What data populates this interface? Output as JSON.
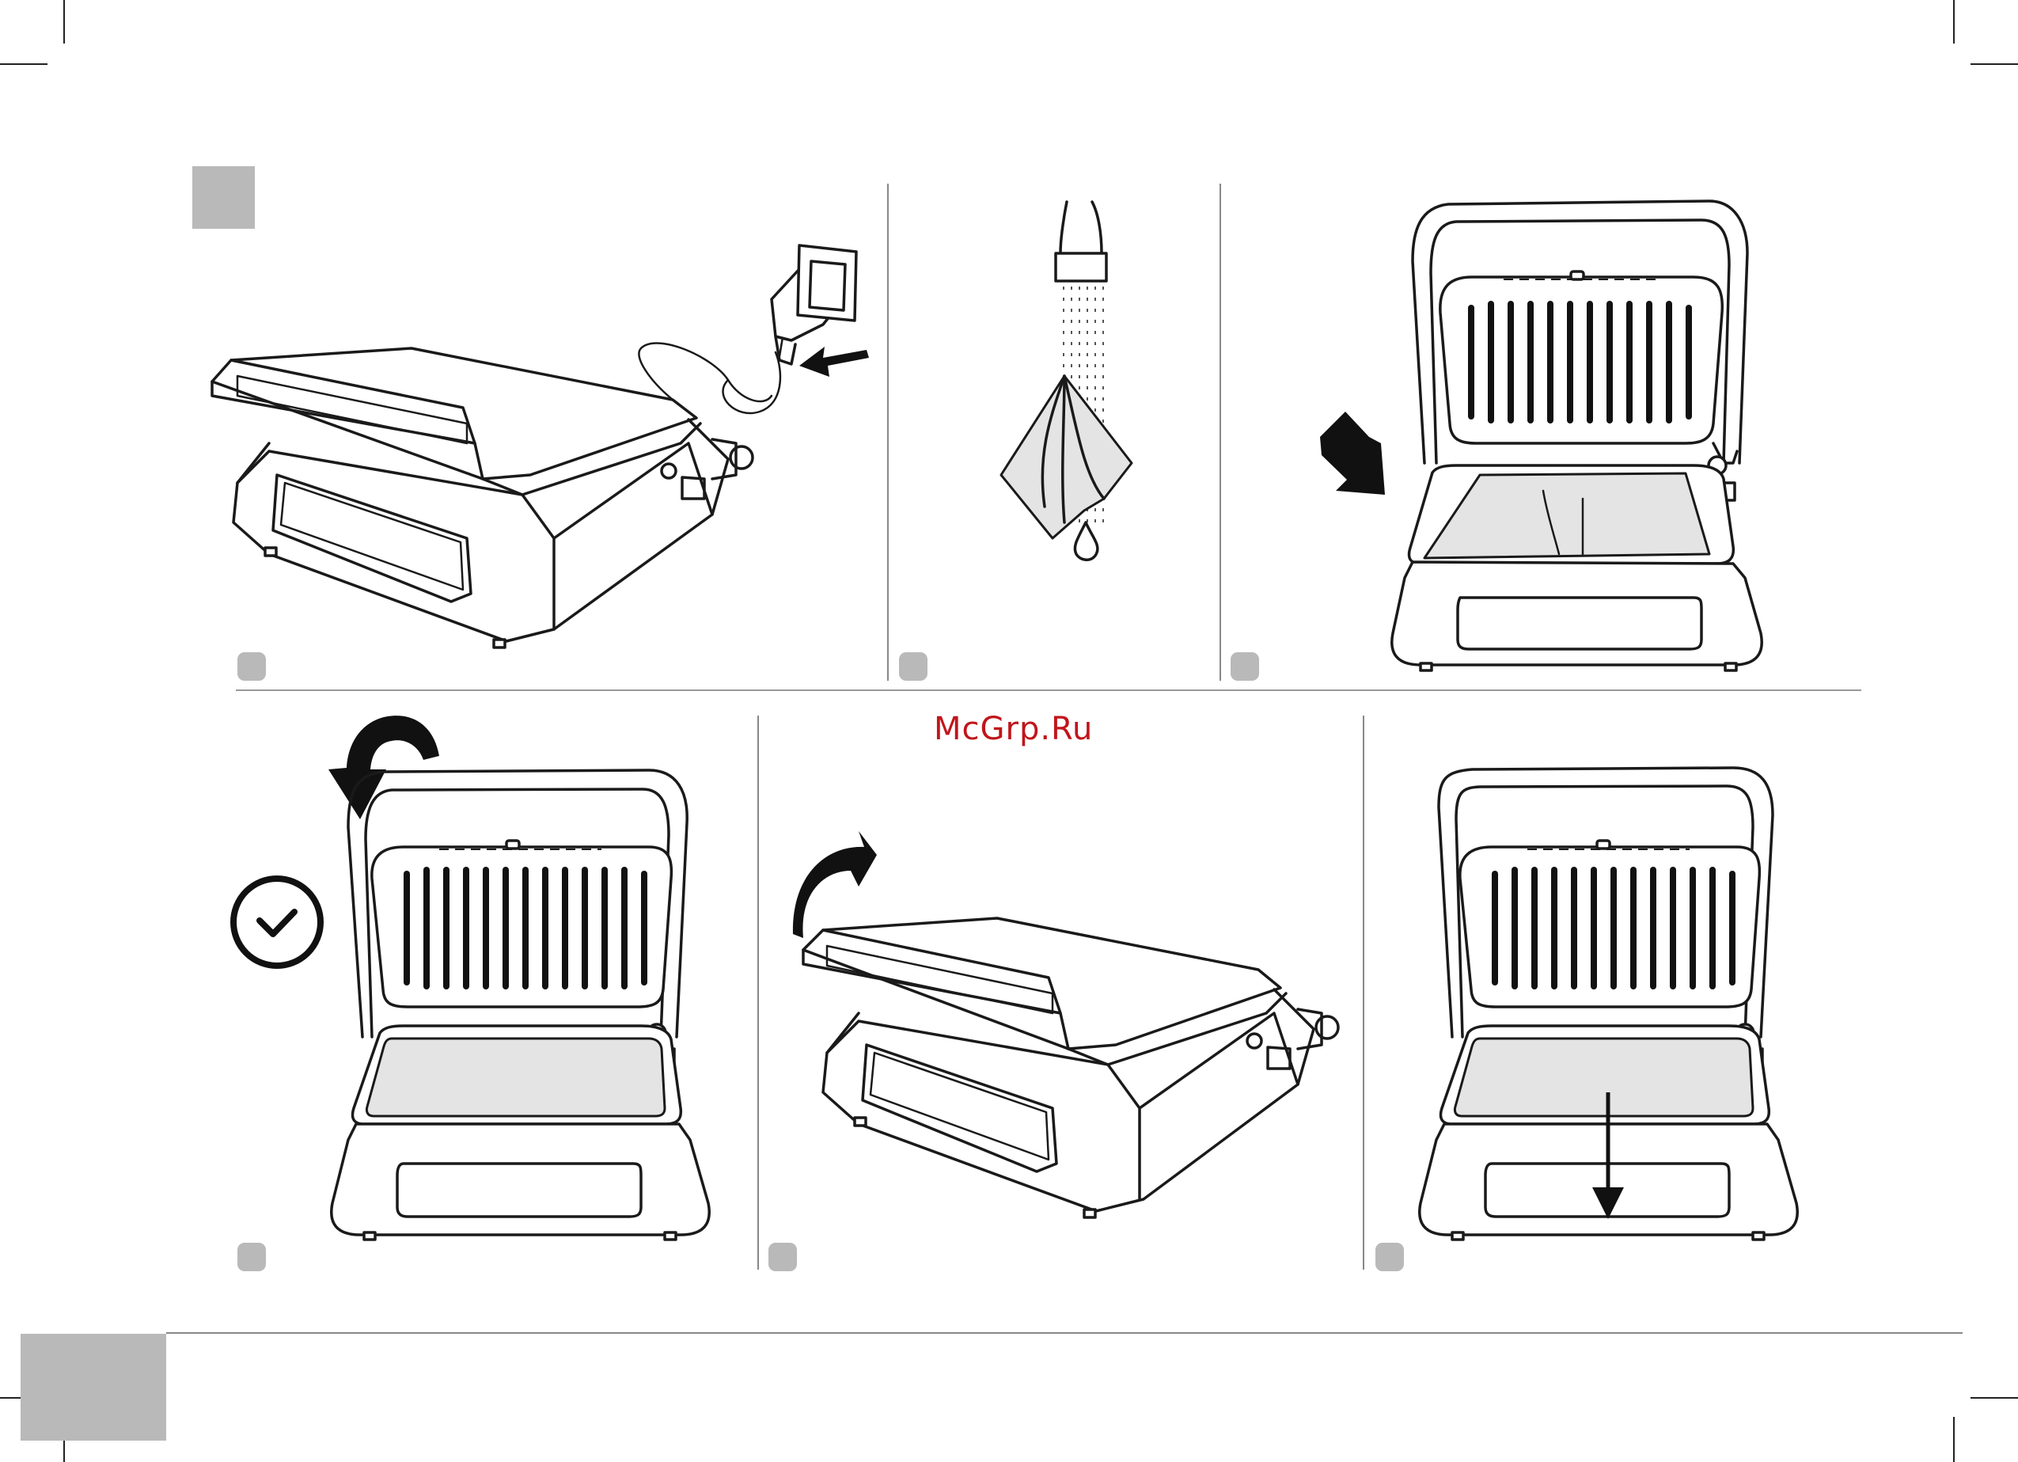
{
  "watermark": "McGrp.Ru",
  "colors": {
    "tab_gray": "#b9b9b9",
    "watermark_red": "#c0151b",
    "paper_gray": "#e4e4e4"
  },
  "panels": [
    {
      "id": "unplug",
      "icons": [
        "wall-socket-icon",
        "plug-icon",
        "pull-arrow-icon"
      ]
    },
    {
      "id": "wipe-cloth",
      "icons": [
        "faucet-icon",
        "damp-cloth-icon",
        "water-drop-icon"
      ]
    },
    {
      "id": "insert-paper",
      "icons": [
        "insert-arrow-icon"
      ]
    },
    {
      "id": "close-lid-ok",
      "icons": [
        "rotate-arrow-icon",
        "checkmark-icon"
      ]
    },
    {
      "id": "open-lid",
      "icons": [
        "rotate-arrow-icon"
      ]
    },
    {
      "id": "remove-paper",
      "icons": [
        "down-arrow-icon"
      ]
    }
  ]
}
